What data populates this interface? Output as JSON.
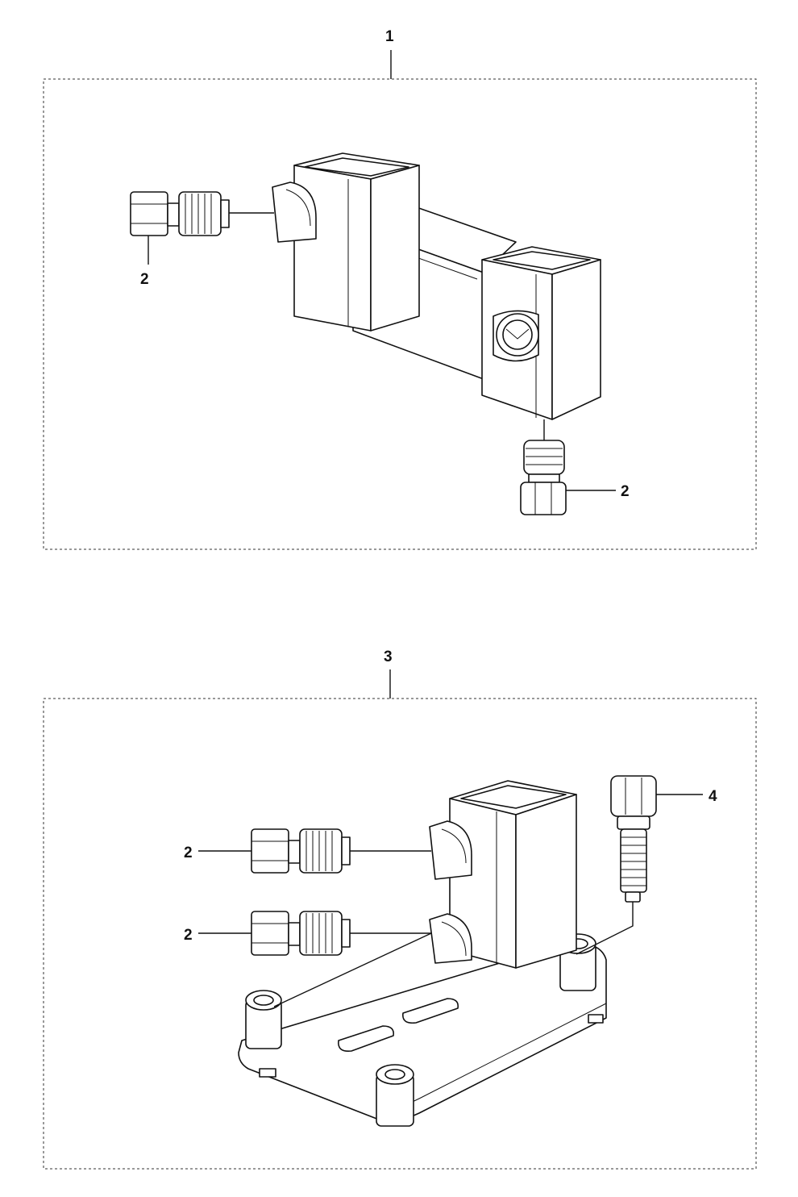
{
  "callouts": {
    "assembly_top": "1",
    "fitting_top_left": "2",
    "fitting_top_right": "2",
    "assembly_bottom": "3",
    "fitting_bottom_upper": "2",
    "fitting_bottom_lower": "2",
    "bolt": "4"
  }
}
